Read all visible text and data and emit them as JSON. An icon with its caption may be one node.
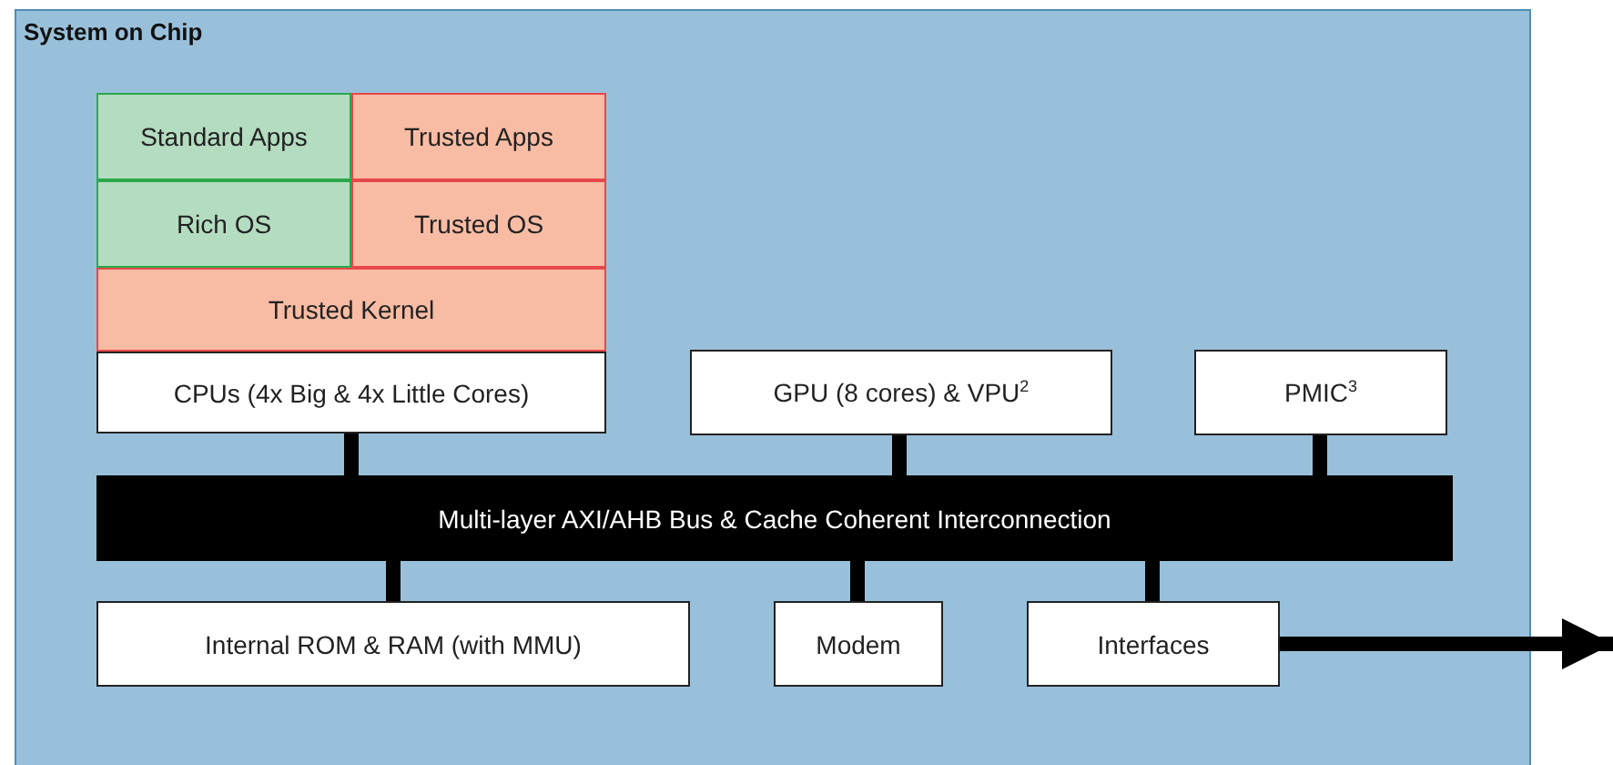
{
  "diagram": {
    "nodes": [
      {
        "text": [
          "System on Chip"
        ]
      },
      {
        "text": [
          "Standard Apps"
        ],
        "in": 0
      },
      {
        "text": [
          "Trusted Apps"
        ],
        "in": 0
      },
      {
        "text": [
          "Rich OS"
        ],
        "in": 0
      },
      {
        "text": [
          "Trusted OS"
        ],
        "in": 0
      },
      {
        "text": [
          "Trusted Kernel"
        ],
        "in": 0
      },
      {
        "text": [
          "CPUs (4x Big & 4x Little Cores)"
        ],
        "in": 0
      },
      {
        "text": [
          "GPU (8 cores) & VPU$^{2}$"
        ],
        "in": 0
      },
      {
        "text": [
          "PMIC$^{3}$"
        ],
        "in": 0
      },
      {
        "text": [
          "Multi-layer AXI/AHB Bus & Cache Coherent Interconnection"
        ],
        "in": 0
      },
      {
        "text": [
          "Internal ROM & RAM (with MMU)"
        ],
        "in": 0
      },
      {
        "text": [
          "Modem"
        ],
        "in": 0
      },
      {
        "text": [
          "Interfaces"
        ],
        "in": 0
      }
    ],
    "edges": [
      {
        "from": 6,
        "to": 9,
        "arrow": "none"
      },
      {
        "from": 7,
        "to": 9,
        "arrow": "none"
      },
      {
        "from": 8,
        "to": 9,
        "arrow": "none"
      },
      {
        "from": 9,
        "to": 10,
        "arrow": "none"
      },
      {
        "from": 9,
        "to": 11,
        "arrow": "none"
      },
      {
        "from": 9,
        "to": 12,
        "arrow": "none"
      },
      {
        "from": 12,
        "to": null,
        "arrow": "to"
      }
    ]
  }
}
